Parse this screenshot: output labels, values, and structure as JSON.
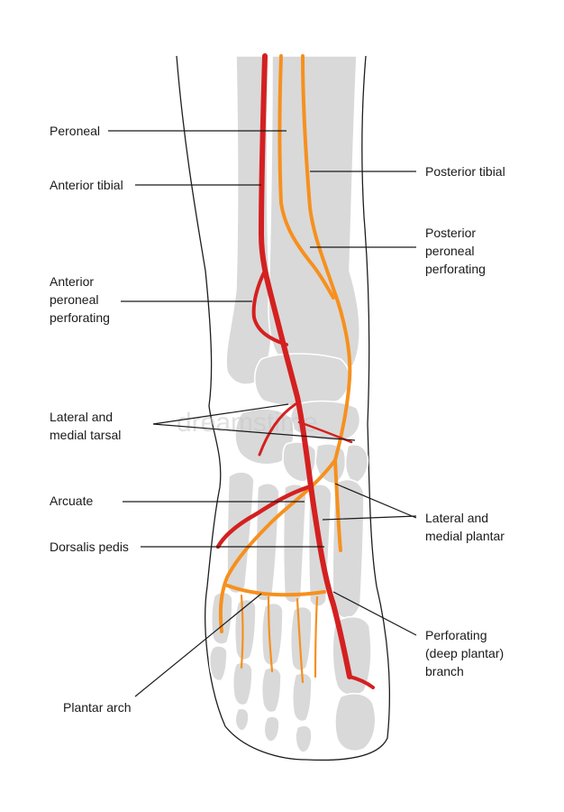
{
  "labels": {
    "peroneal": "Peroneal",
    "anterior_tibial": "Anterior tibial",
    "anterior_peroneal_perforating": [
      "Anterior",
      "peroneal",
      "perforating"
    ],
    "lateral_medial_tarsal": [
      "Lateral and",
      "medial tarsal"
    ],
    "arcuate": "Arcuate",
    "dorsalis_pedis": "Dorsalis pedis",
    "plantar_arch": "Plantar arch",
    "posterior_tibial": "Posterior tibial",
    "posterior_peroneal_perforating": [
      "Posterior",
      "peroneal",
      "perforating"
    ],
    "lateral_medial_plantar": [
      "Lateral and",
      "medial plantar"
    ],
    "perforating_deep_plantar": [
      "Perforating",
      "(deep plantar)",
      "branch"
    ]
  },
  "colors": {
    "artery_red": "#d42020",
    "artery_orange": "#f6901e",
    "bone_fill": "#d8d8d8",
    "leader_line": "#1a1a1a"
  },
  "watermark": "dreamstime"
}
